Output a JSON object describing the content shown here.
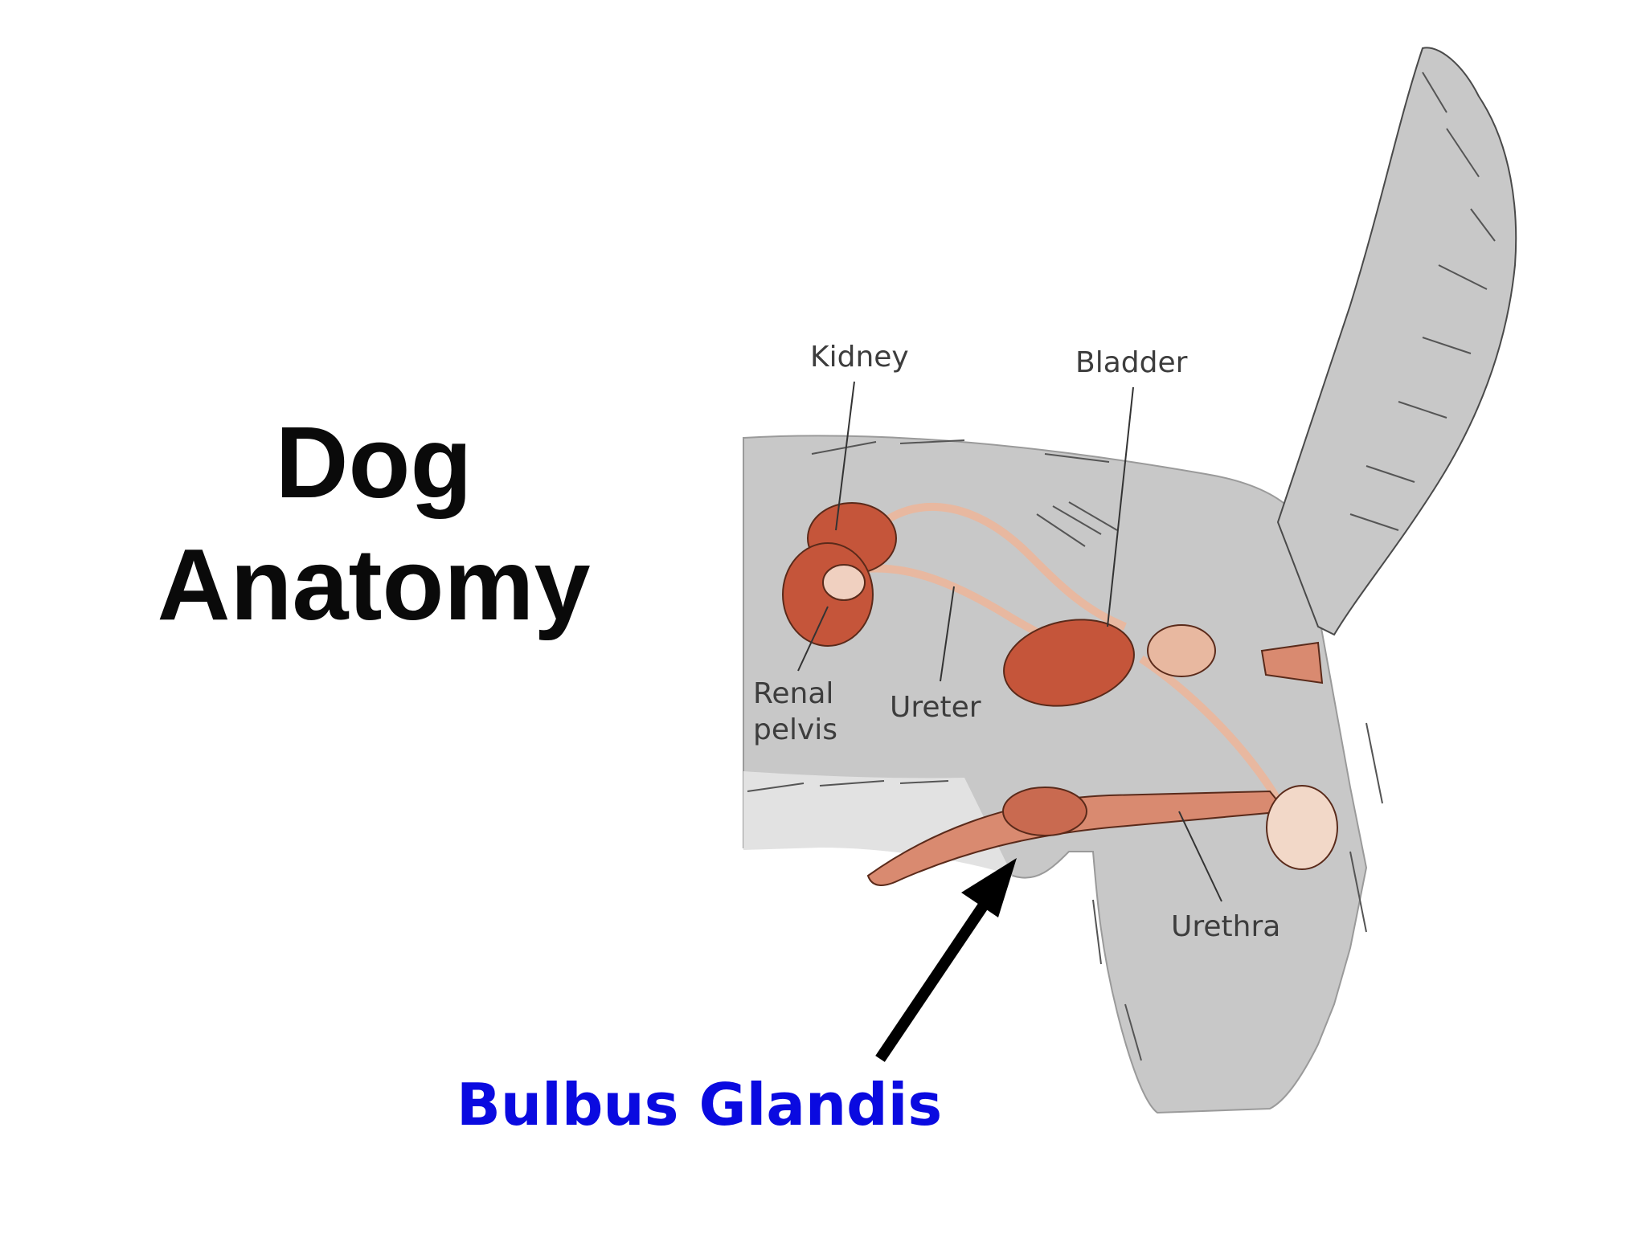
{
  "title": {
    "line1": "Dog",
    "line2": "Anatomy"
  },
  "labels": {
    "kidney": "Kidney",
    "bladder": "Bladder",
    "renal_pelvis_line1": "Renal",
    "renal_pelvis_line2": "pelvis",
    "ureter": "Ureter",
    "urethra": "Urethra"
  },
  "callout": {
    "text": "Bulbus Glandis",
    "color": "#0a0ae0"
  },
  "colors": {
    "body": "#c8c8c8",
    "organ": "#c5553a",
    "duct": "#e8b8a0",
    "penis": "#d98a70"
  }
}
